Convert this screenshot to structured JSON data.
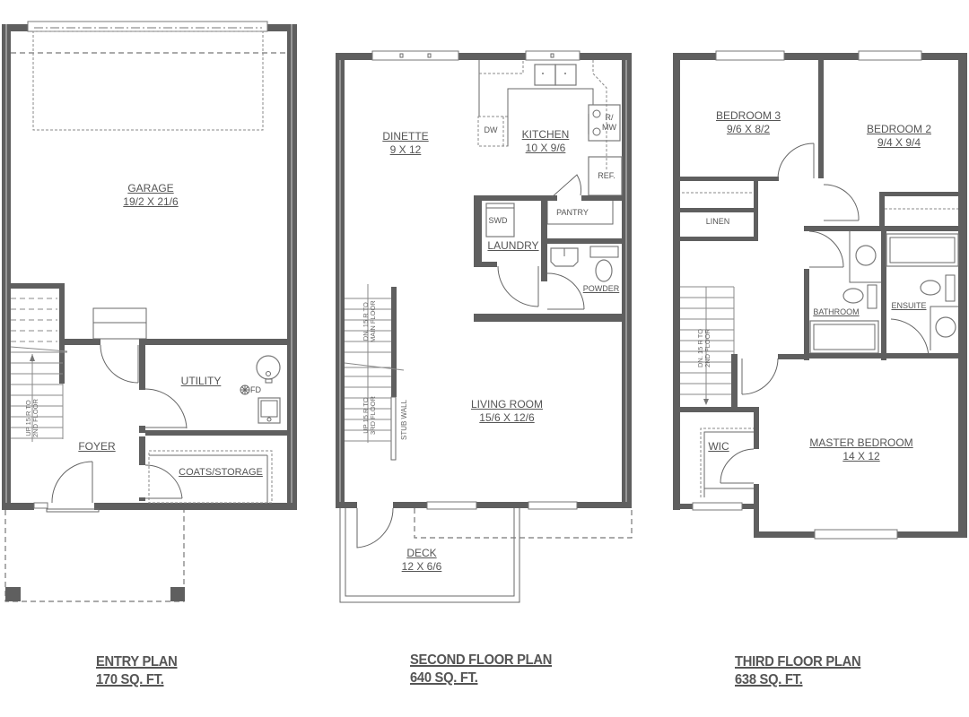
{
  "plans": [
    {
      "name": "entry-plan",
      "title": "ENTRY PLAN",
      "area": "170 SQ. FT.",
      "rooms": {
        "garage": {
          "name": "GARAGE",
          "size": "19/2 X 21/6"
        },
        "utility": {
          "name": "UTILITY"
        },
        "foyer": {
          "name": "FOYER"
        },
        "coats": {
          "name": "COATS/STORAGE"
        },
        "fd": "FD",
        "stair": [
          "UP 15 R TO",
          "2ND FLOOR"
        ]
      }
    },
    {
      "name": "second-floor-plan",
      "title": "SECOND FLOOR PLAN",
      "area": "640 SQ. FT.",
      "rooms": {
        "dinette": {
          "name": "DINETTE",
          "size": "9 X 12"
        },
        "kitchen": {
          "name": "KITCHEN",
          "size": "10 X 9/6"
        },
        "laundry": {
          "name": "LAUNDRY"
        },
        "pantry": {
          "name": "PANTRY"
        },
        "powder": {
          "name": "POWDER"
        },
        "living": {
          "name": "LIVING ROOM",
          "size": "15/6 X 12/6"
        },
        "deck": {
          "name": "DECK",
          "size": "12 X 6/6"
        },
        "dw": "DW",
        "rmw": [
          "R/",
          "MW"
        ],
        "ref": "REF.",
        "swd": "SWD",
        "stub_wall": "STUB WALL",
        "stair_down": [
          "DN. 15 R TO",
          "MAIN FLOOR"
        ],
        "stair_up": [
          "UP 15 R TO",
          "3RD FLOOR"
        ]
      }
    },
    {
      "name": "third-floor-plan",
      "title": "THIRD FLOOR PLAN",
      "area": "638 SQ. FT.",
      "rooms": {
        "bedroom3": {
          "name": "BEDROOM 3",
          "size": "9/6 X 8/2"
        },
        "bedroom2": {
          "name": "BEDROOM 2",
          "size": "9/4 X 9/4"
        },
        "linen": {
          "name": "LINEN"
        },
        "bathroom": {
          "name": "BATHROOM"
        },
        "ensuite": {
          "name": "ENSUITE"
        },
        "master": {
          "name": "MASTER BEDROOM",
          "size": "14 X 12"
        },
        "wic": {
          "name": "WIC"
        },
        "stair": [
          "DN. 15 R TO",
          "2ND FLOOR"
        ]
      }
    }
  ],
  "colors": {
    "wall": "#5f5f5f",
    "line": "#777777",
    "text": "#555555",
    "background": "#ffffff"
  }
}
